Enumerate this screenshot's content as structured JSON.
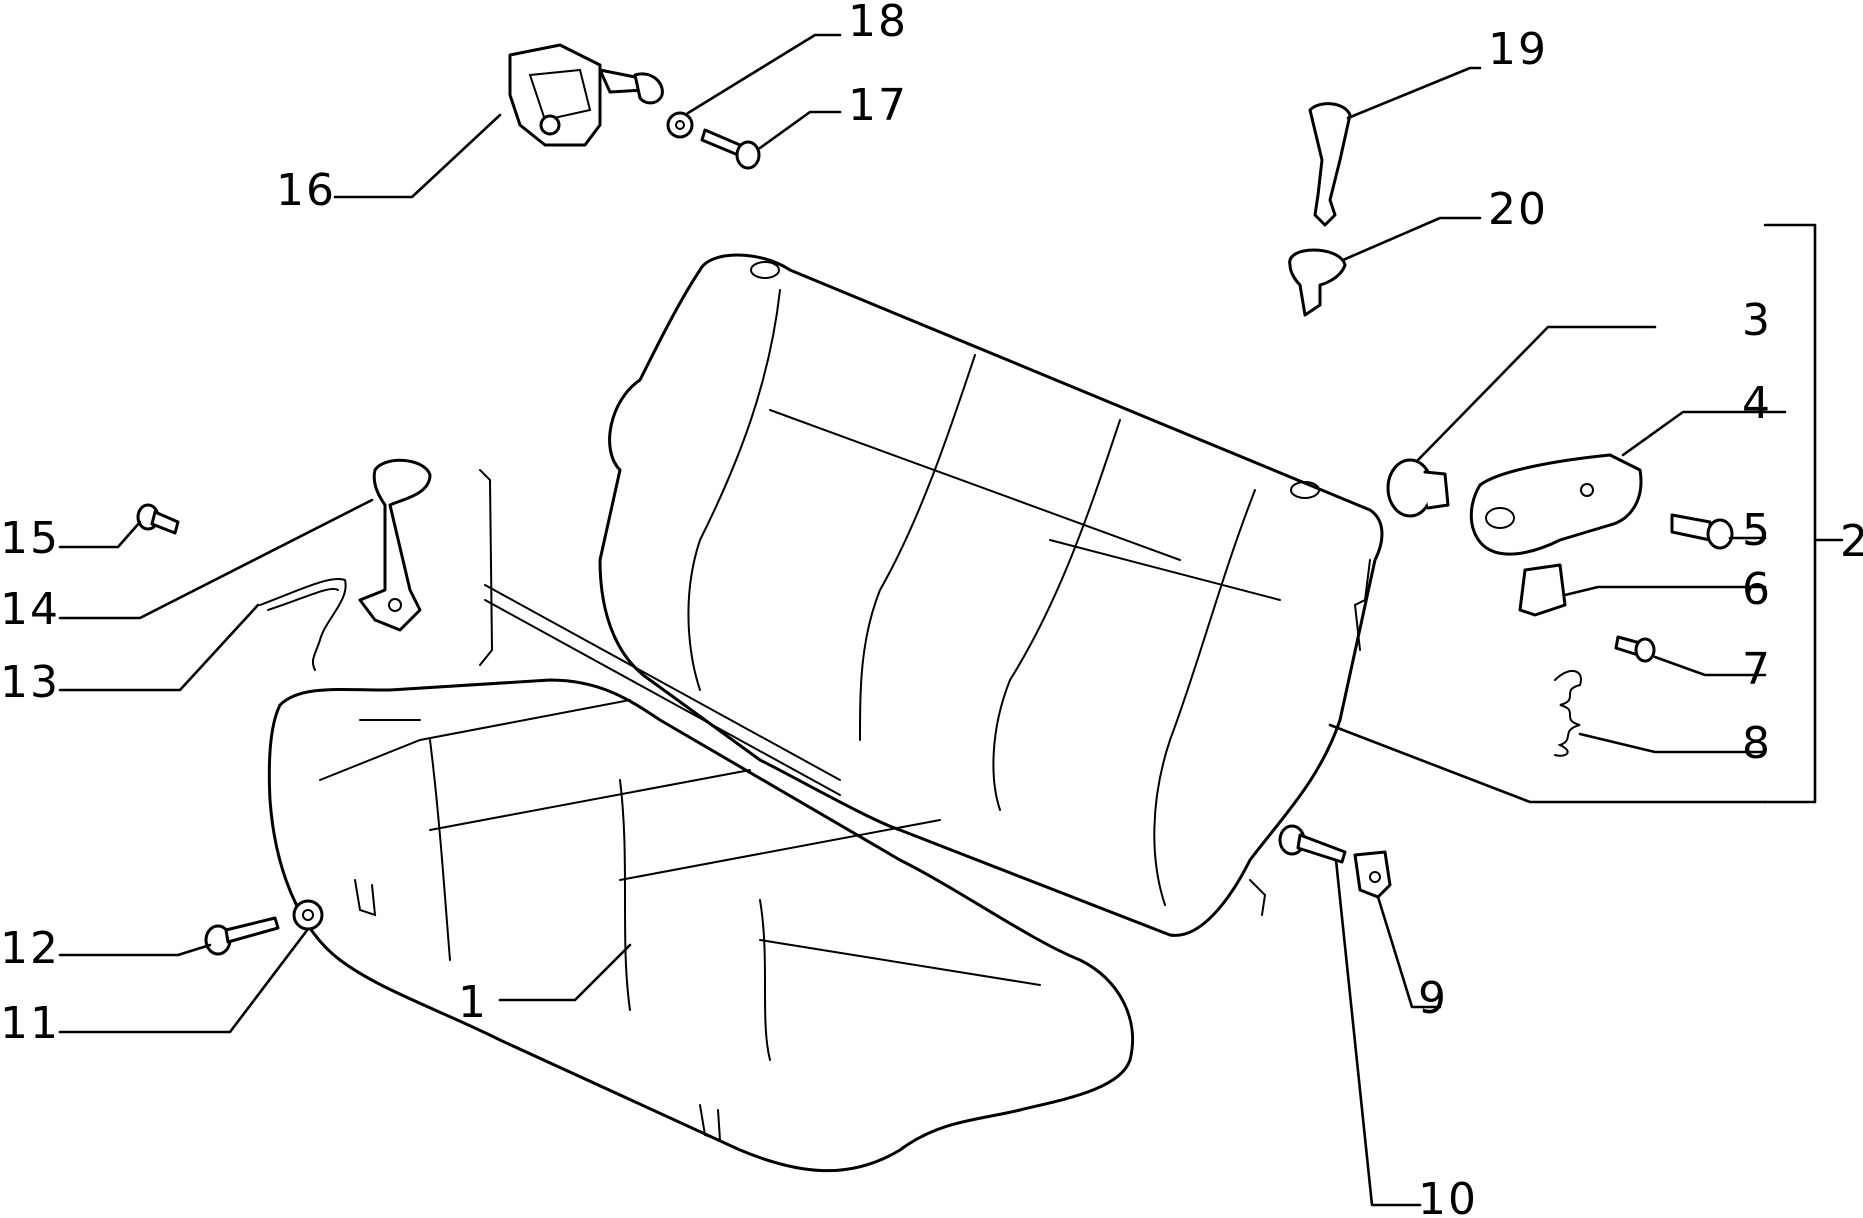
{
  "diagram": {
    "callouts": [
      {
        "id": "1",
        "label": "1"
      },
      {
        "id": "2",
        "label": "2"
      },
      {
        "id": "3",
        "label": "3"
      },
      {
        "id": "4",
        "label": "4"
      },
      {
        "id": "5",
        "label": "5"
      },
      {
        "id": "6",
        "label": "6"
      },
      {
        "id": "7",
        "label": "7"
      },
      {
        "id": "8",
        "label": "8"
      },
      {
        "id": "9",
        "label": "9"
      },
      {
        "id": "10",
        "label": "10"
      },
      {
        "id": "11",
        "label": "11"
      },
      {
        "id": "12",
        "label": "12"
      },
      {
        "id": "13",
        "label": "13"
      },
      {
        "id": "14",
        "label": "14"
      },
      {
        "id": "15",
        "label": "15"
      },
      {
        "id": "16",
        "label": "16"
      },
      {
        "id": "17",
        "label": "17"
      },
      {
        "id": "18",
        "label": "18"
      },
      {
        "id": "19",
        "label": "19"
      },
      {
        "id": "20",
        "label": "20"
      }
    ],
    "colors": {
      "ink": "#000000",
      "paper": "#ffffff"
    }
  }
}
